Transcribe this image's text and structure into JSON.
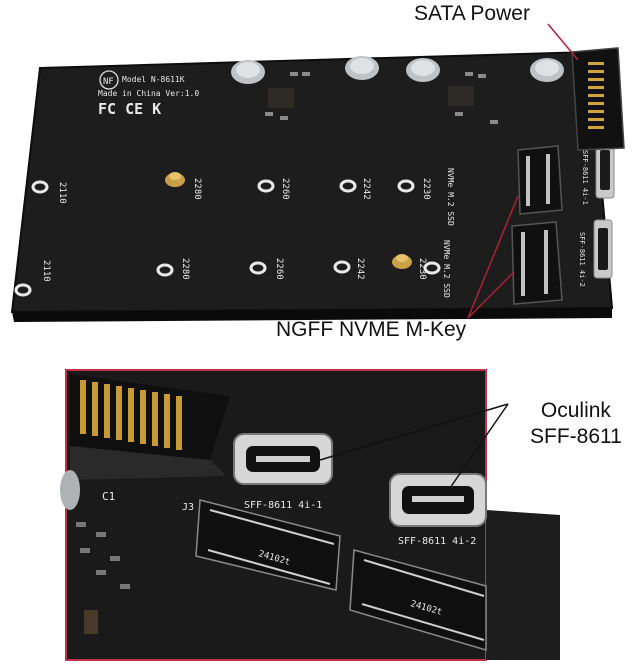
{
  "callouts": {
    "sata_power": "SATA Power",
    "ngff_nvme": "NGFF NVME M-Key",
    "oculink_line1": "Oculink",
    "oculink_line2": "SFF-8611"
  },
  "board": {
    "model": "Model N-8611K",
    "made_in": "Made in China Ver:1.0",
    "cert_marks": "FC CE K",
    "nf_logo": "NF",
    "port1_label": "SFF-8611 4i-1",
    "port2_label": "SFF-8611 4i-2",
    "slot_label": "NVMe M.2 SSD",
    "mount_sizes": [
      "2110",
      "2280",
      "2260",
      "2242",
      "2230"
    ],
    "cap_label": "C1",
    "conn_label": "J3",
    "zoom_part_text": "24102t"
  },
  "colors": {
    "pcb": "#1c1c1c",
    "callout_line": "#b0203a",
    "frame": "#c0304a"
  }
}
